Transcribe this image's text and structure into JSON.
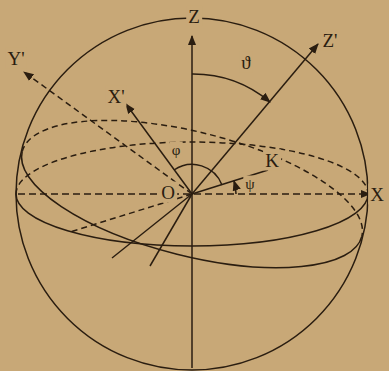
{
  "diagram": {
    "labels": [
      "Z",
      "Z'",
      "X'",
      "Y'",
      "X",
      "K",
      "O",
      "ϑ",
      "φ",
      "ψ"
    ]
  }
}
